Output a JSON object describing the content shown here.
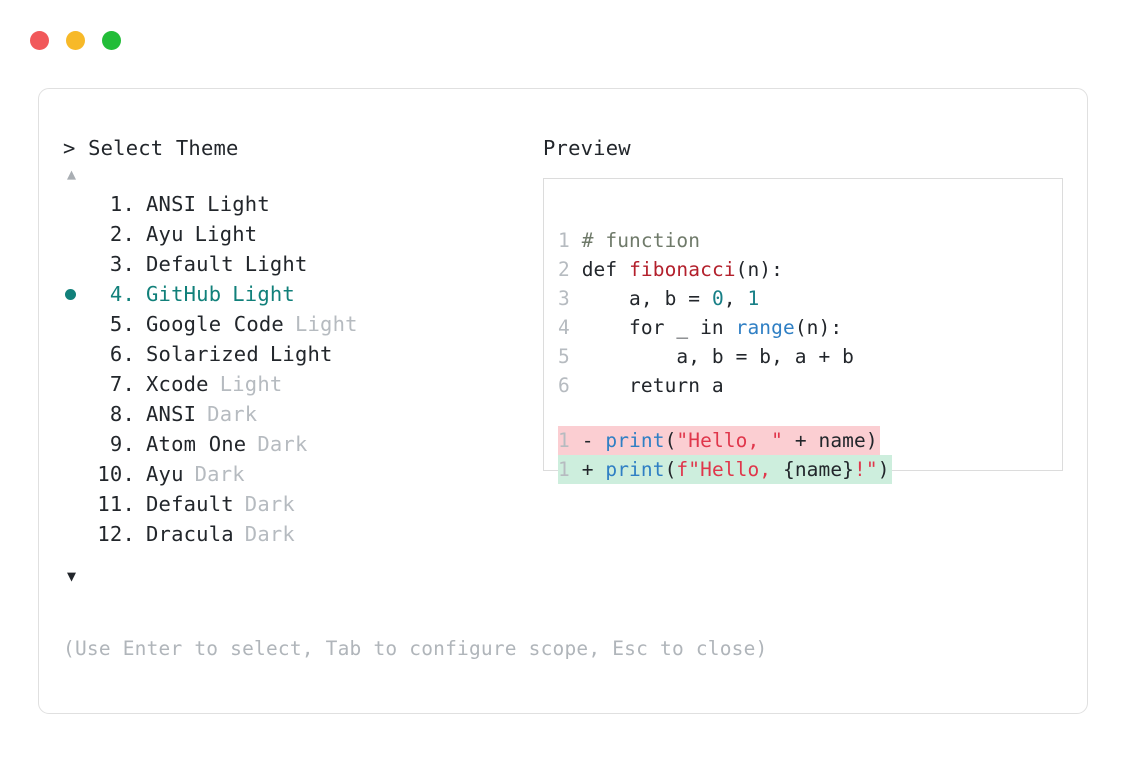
{
  "window": {
    "dots": [
      {
        "name": "close-dot",
        "color": "#f1585a"
      },
      {
        "name": "minimize-dot",
        "color": "#f7b928"
      },
      {
        "name": "maximize-dot",
        "color": "#22bd38"
      }
    ]
  },
  "left": {
    "prompt": "> Select Theme",
    "scroll_up_icon": "▲",
    "scroll_down_icon": "▼",
    "selected_index": 4,
    "items": [
      {
        "num": "1.",
        "name": "ANSI",
        "variant": "Light",
        "variant_dim": false,
        "selected": false
      },
      {
        "num": "2.",
        "name": "Ayu",
        "variant": "Light",
        "variant_dim": false,
        "selected": false
      },
      {
        "num": "3.",
        "name": "Default",
        "variant": "Light",
        "variant_dim": false,
        "selected": false
      },
      {
        "num": "4.",
        "name": "GitHub",
        "variant": "Light",
        "variant_dim": false,
        "selected": true
      },
      {
        "num": "5.",
        "name": "Google Code",
        "variant": "Light",
        "variant_dim": true,
        "selected": false
      },
      {
        "num": "6.",
        "name": "Solarized",
        "variant": "Light",
        "variant_dim": false,
        "selected": false
      },
      {
        "num": "7.",
        "name": "Xcode",
        "variant": "Light",
        "variant_dim": true,
        "selected": false
      },
      {
        "num": "8.",
        "name": "ANSI",
        "variant": "Dark",
        "variant_dim": true,
        "selected": false
      },
      {
        "num": "9.",
        "name": "Atom One",
        "variant": "Dark",
        "variant_dim": true,
        "selected": false
      },
      {
        "num": "10.",
        "name": "Ayu",
        "variant": "Dark",
        "variant_dim": true,
        "selected": false
      },
      {
        "num": "11.",
        "name": "Default",
        "variant": "Dark",
        "variant_dim": true,
        "selected": false
      },
      {
        "num": "12.",
        "name": "Dracula",
        "variant": "Dark",
        "variant_dim": true,
        "selected": false
      }
    ],
    "hint": "(Use Enter to select, Tab to configure scope, Esc to close)"
  },
  "right": {
    "label": "Preview",
    "code_lines": [
      {
        "num": "1",
        "text": "# function"
      },
      {
        "num": "2",
        "text": "def fibonacci(n):"
      },
      {
        "num": "3",
        "text": "    a, b = 0, 1"
      },
      {
        "num": "4",
        "text": "    for _ in range(n):"
      },
      {
        "num": "5",
        "text": "        a, b = b, a + b"
      },
      {
        "num": "6",
        "text": "    return a"
      }
    ],
    "diff_lines": [
      {
        "num": "1",
        "marker": "-",
        "text": "print(\"Hello, \" + name)",
        "kind": "deleted"
      },
      {
        "num": "1",
        "marker": "+",
        "text": "print(f\"Hello, {name}!\")",
        "kind": "added"
      }
    ]
  },
  "colors": {
    "accent_selected": "#11807a",
    "dim_text": "#b6bbc0",
    "body_text": "#22262b",
    "diff_deleted_bg": "#fbced2",
    "diff_added_bg": "#cdeedd",
    "syntax_comment": "#6f7a6a",
    "syntax_function": "#b3202c",
    "syntax_number": "#177f86",
    "syntax_builtin": "#2f7fc4",
    "syntax_string": "#e0364b"
  }
}
